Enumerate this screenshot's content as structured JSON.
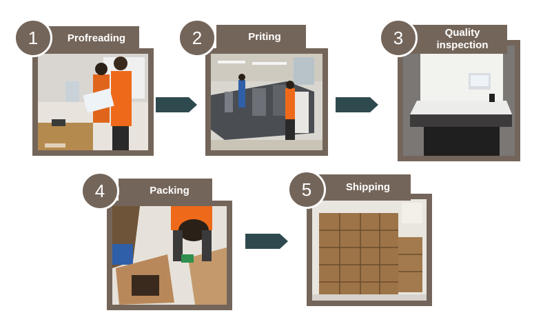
{
  "colors": {
    "accent": "#74655a",
    "arrow": "#2f4a4f"
  },
  "steps": [
    {
      "number": "1",
      "label": "Profreading",
      "photo_icon": "proofreading-photo"
    },
    {
      "number": "2",
      "label": "Priting",
      "photo_icon": "printing-press-photo"
    },
    {
      "number": "3",
      "label_line1": "Quality",
      "label_line2": "inspection",
      "photo_icon": "inspection-machine-photo"
    },
    {
      "number": "4",
      "label": "Packing",
      "photo_icon": "packing-photo"
    },
    {
      "number": "5",
      "label": "Shipping",
      "photo_icon": "shipping-boxes-photo"
    }
  ]
}
